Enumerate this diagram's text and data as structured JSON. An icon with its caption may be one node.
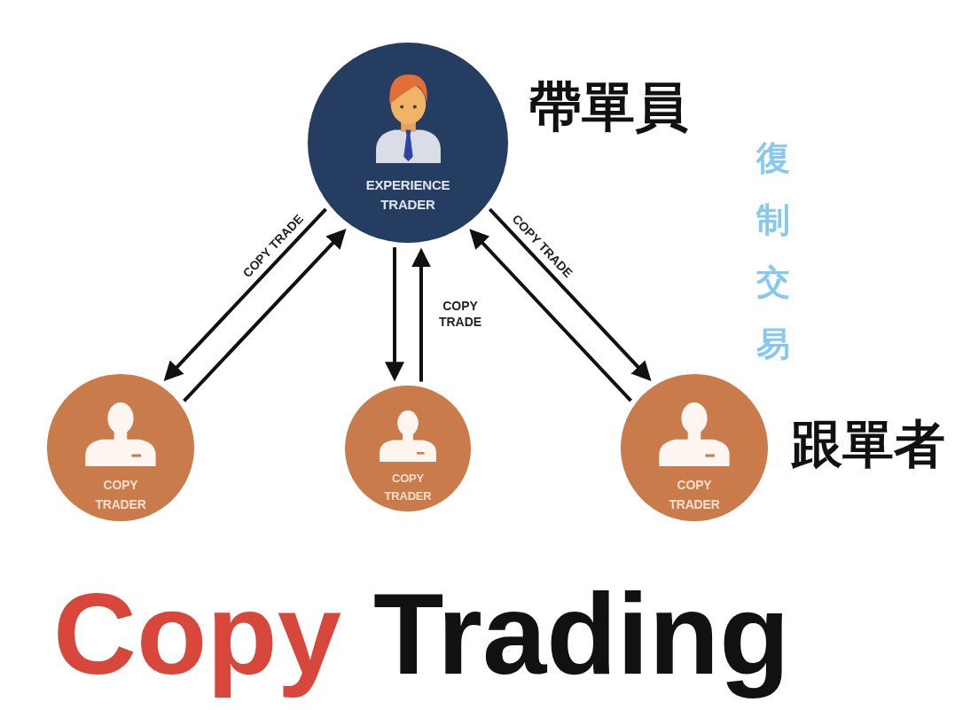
{
  "diagram": {
    "title": "Copy Trading",
    "nodes": [
      {
        "text": [
          "EXPERIENCE TRADER"
        ],
        "beside": [
          "帶單員"
        ]
      },
      {
        "text": [
          "COPY TRADER"
        ]
      },
      {
        "text": [
          "COPY TRADER"
        ]
      },
      {
        "text": [
          "COPY TRADER"
        ],
        "beside": [
          "跟單者"
        ]
      }
    ],
    "edges": [
      {
        "from": 0,
        "to": 1,
        "arrow": "to",
        "label": "COPY TRADE"
      },
      {
        "from": 1,
        "to": 0,
        "arrow": "to"
      },
      {
        "from": 0,
        "to": 2,
        "arrow": "to"
      },
      {
        "from": 2,
        "to": 0,
        "arrow": "to",
        "label": "COPY TRADE"
      },
      {
        "from": 0,
        "to": 3,
        "arrow": "to",
        "label": "COPY TRADE"
      },
      {
        "from": 3,
        "to": 0,
        "arrow": "to"
      }
    ],
    "labels": [
      "復制交易"
    ]
  }
}
